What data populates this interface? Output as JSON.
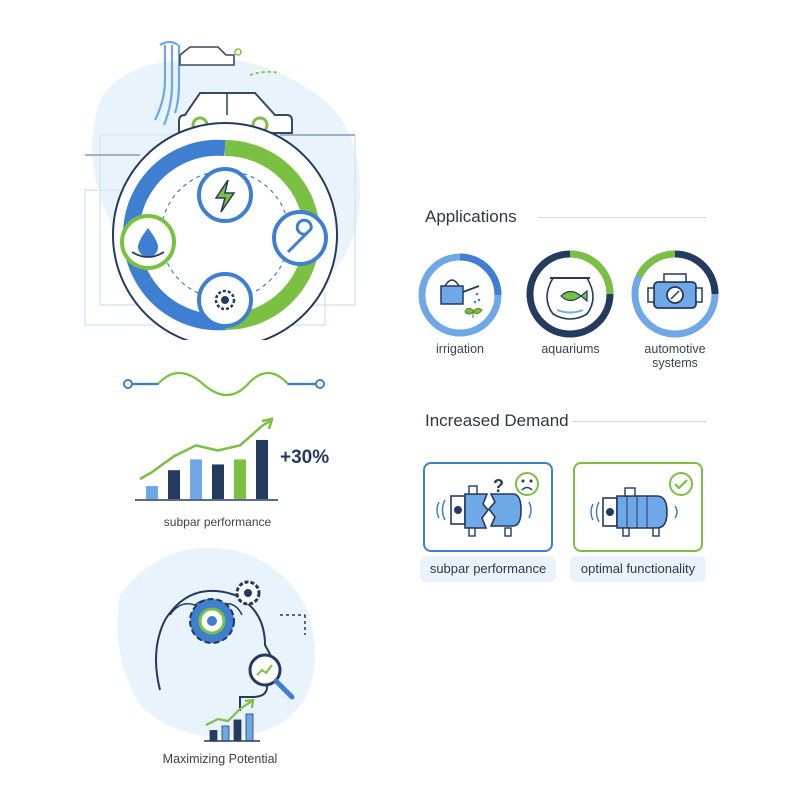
{
  "colors": {
    "blue": "#3f7fd1",
    "light_blue": "#6fa8e6",
    "navy": "#243a5e",
    "green": "#7ac143",
    "pale": "#e9f3fb"
  },
  "left": {
    "hub": {
      "icons": [
        "car-icon",
        "lightning-icon",
        "water-drop-icon",
        "wrench-icon",
        "gear-icon"
      ]
    },
    "wave": {
      "icon": "wave-line-icon"
    },
    "growth": {
      "value_label": "+30%",
      "caption": "subpar performance",
      "bars": [
        0.18,
        0.4,
        0.55,
        0.48,
        0.55,
        0.82
      ]
    },
    "potential": {
      "caption": "Maximizing Potential",
      "bars": [
        0.35,
        0.5,
        0.7,
        0.9
      ]
    }
  },
  "applications": {
    "heading": "Applications",
    "items": [
      {
        "label": "irrigation",
        "icon": "watering-can-icon"
      },
      {
        "label": "aquariums",
        "icon": "fish-bowl-icon"
      },
      {
        "label": "automotive\nsystems",
        "icon": "engine-icon"
      }
    ]
  },
  "demand": {
    "heading": "Increased Demand",
    "cards": [
      {
        "label": "subpar performance",
        "icon": "broken-pump-icon",
        "badge": "?"
      },
      {
        "label": "optimal functionality",
        "icon": "pump-icon"
      }
    ]
  }
}
